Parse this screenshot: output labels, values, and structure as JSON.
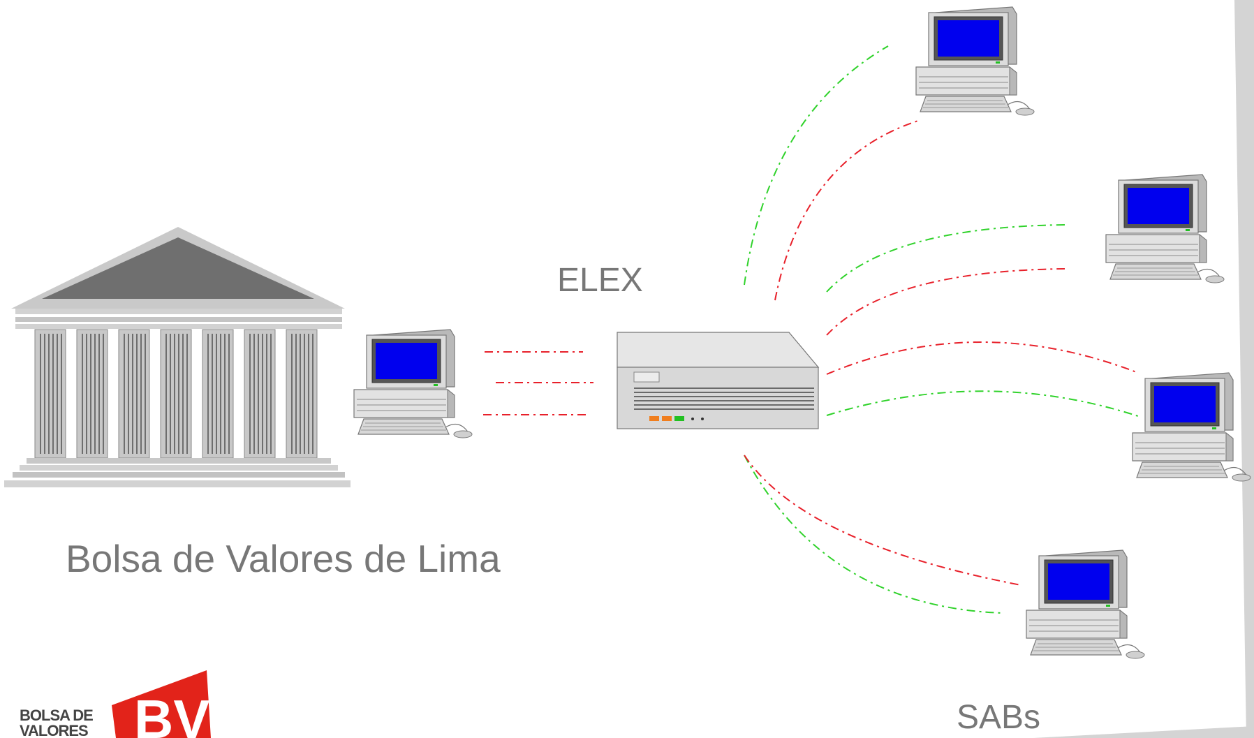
{
  "labels": {
    "exchange": "Bolsa de Valores de Lima",
    "server": "ELEX",
    "brokers": "SABs"
  },
  "logo": {
    "text_line1": "BOLSA DE",
    "text_line2": "VALORES",
    "mark": "BVL"
  },
  "icons": {
    "exchange": "bank-building-icon",
    "workstation": "computer-workstation-icon",
    "server": "network-server-icon"
  },
  "colors": {
    "link_red": "#e8202a",
    "link_green": "#2fd22a",
    "screen": "#0000ee",
    "label": "#777777",
    "logo_red": "#e2231a"
  }
}
